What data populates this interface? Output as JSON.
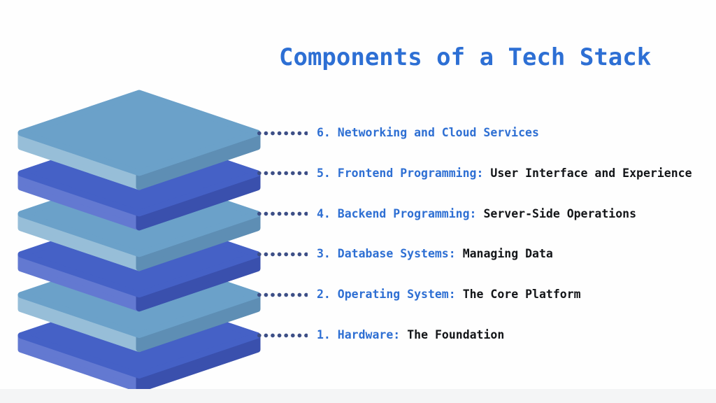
{
  "title": {
    "text": "Components of a Tech Stack",
    "color": "#2D6FD4"
  },
  "colors": {
    "label_blue": "#2E6FD3",
    "desc_black": "#131518",
    "dot_navy": "#3C4E86",
    "layer_light": {
      "top": "#6BA1C9",
      "left": "#97BED8",
      "right": "#5E8EB4"
    },
    "layer_royal": {
      "top": "#4561C6",
      "left": "#6379D1",
      "right": "#3A50AD"
    },
    "bottom_band": "#F4F5F6"
  },
  "stack": {
    "items": [
      {
        "label": "6. Networking and Cloud Services",
        "detail": "",
        "scheme": "light"
      },
      {
        "label": "5. Frontend Programming:",
        "detail": "User Interface and Experience",
        "scheme": "royal"
      },
      {
        "label": "4. Backend Programming:",
        "detail": "Server-Side Operations",
        "scheme": "light"
      },
      {
        "label": "3. Database Systems:",
        "detail": "Managing Data",
        "scheme": "royal"
      },
      {
        "label": "2. Operating System:",
        "detail": "The Core Platform",
        "scheme": "light"
      },
      {
        "label": "1. Hardware:",
        "detail": "The Foundation",
        "scheme": "royal"
      }
    ]
  }
}
